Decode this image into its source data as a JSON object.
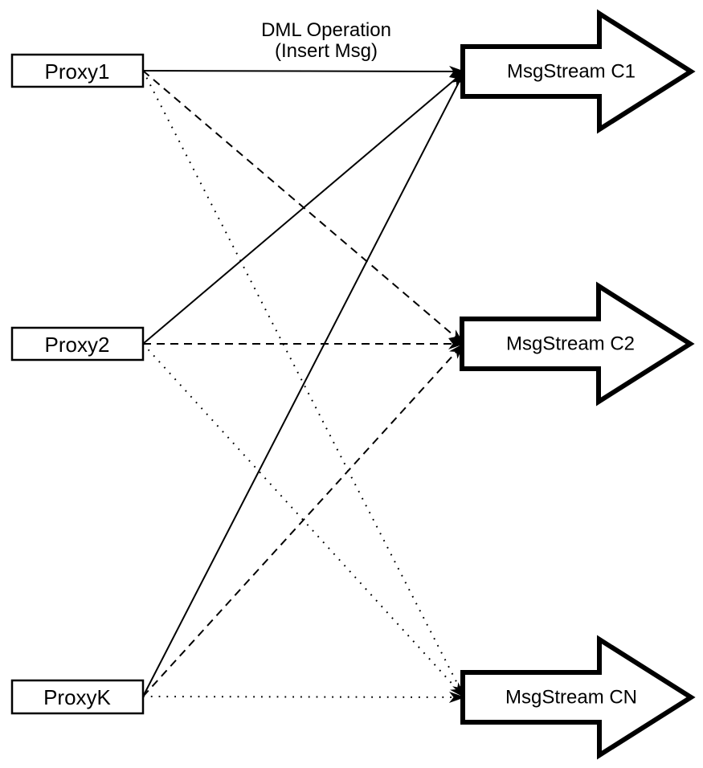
{
  "diagram": {
    "title": {
      "line1": "DML Operation",
      "line2": "(Insert Msg)"
    },
    "colors": {
      "stroke": "#000000",
      "node_fill": "#ffffff",
      "background": "#ffffff"
    },
    "proxies": [
      {
        "id": "proxy1",
        "label": "Proxy1"
      },
      {
        "id": "proxy2",
        "label": "Proxy2"
      },
      {
        "id": "proxyk",
        "label": "ProxyK"
      }
    ],
    "streams": [
      {
        "id": "c1",
        "label": "MsgStream C1"
      },
      {
        "id": "c2",
        "label": "MsgStream C2"
      },
      {
        "id": "cn",
        "label": "MsgStream CN"
      }
    ],
    "edges": [
      {
        "from": "proxy1",
        "to": "c1",
        "style": "solid"
      },
      {
        "from": "proxy2",
        "to": "c1",
        "style": "solid"
      },
      {
        "from": "proxyk",
        "to": "c1",
        "style": "solid"
      },
      {
        "from": "proxy1",
        "to": "c2",
        "style": "dashed"
      },
      {
        "from": "proxy2",
        "to": "c2",
        "style": "dashed"
      },
      {
        "from": "proxyk",
        "to": "c2",
        "style": "dashed"
      },
      {
        "from": "proxy1",
        "to": "cn",
        "style": "dotted"
      },
      {
        "from": "proxy2",
        "to": "cn",
        "style": "dotted"
      },
      {
        "from": "proxyk",
        "to": "cn",
        "style": "dotted"
      }
    ]
  }
}
